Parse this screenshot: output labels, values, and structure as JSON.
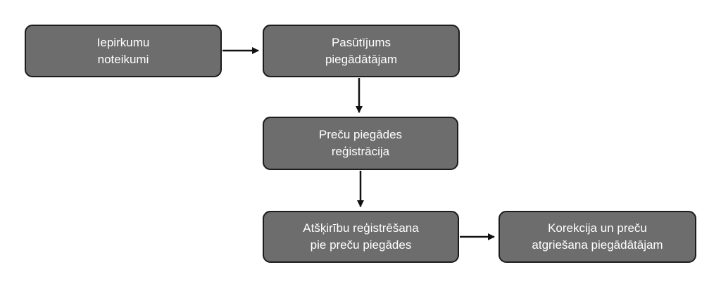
{
  "diagram": {
    "colors": {
      "node_fill": "#6d6d6d",
      "node_border": "#1c1c1c",
      "node_text": "#ffffff",
      "arrow": "#111111",
      "background": "#ffffff"
    },
    "nodes": {
      "procurement_rules": "Iepirkumu\nnoteikumi",
      "supplier_order": "Pasūtījums\npiegādātājam",
      "delivery_registration": "Preču piegādes\nreģistrācija",
      "discrepancy_registration": "Atšķirību reģistrēšana\npie preču piegādes",
      "correction_return": "Korekcija un preču\natgriešana piegādātājam"
    },
    "edges": [
      {
        "from": "procurement_rules",
        "to": "supplier_order"
      },
      {
        "from": "supplier_order",
        "to": "delivery_registration"
      },
      {
        "from": "delivery_registration",
        "to": "discrepancy_registration"
      },
      {
        "from": "discrepancy_registration",
        "to": "correction_return"
      }
    ]
  }
}
